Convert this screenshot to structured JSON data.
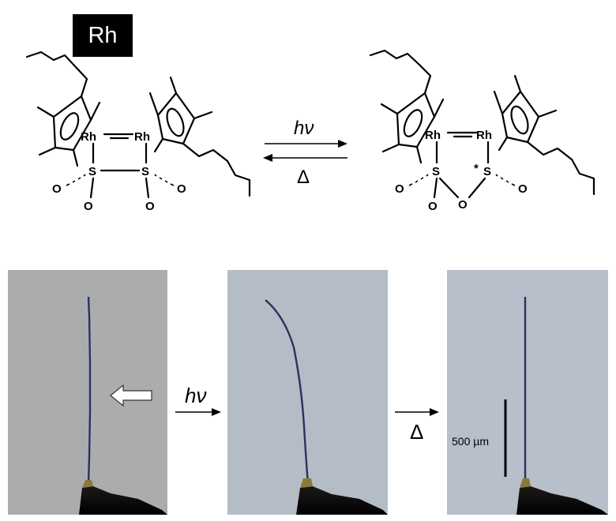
{
  "badge": {
    "label": "Rh"
  },
  "scheme": {
    "left": {
      "metal_left": "Rh",
      "metal_right": "Rh",
      "sulfur_left": "S",
      "sulfur_right": "S",
      "oxygen": "O"
    },
    "right": {
      "metal_left": "Rh",
      "metal_right": "Rh",
      "sulfur_left": "S",
      "sulfur_right": "S",
      "oxygen": "O",
      "chiral_mark": "*"
    },
    "forward_label": "hν",
    "reverse_label": "Δ"
  },
  "photos": {
    "arrow_icon": "left-arrow-icon",
    "step1_label": "hν",
    "step2_label": "Δ",
    "scale_bar_label": "500 µm",
    "colors": {
      "frame1_bg": "#abacae",
      "frame2_bg": "#b4bcc6",
      "frame3_bg": "#b7bfca",
      "crystal": "#2e3160",
      "holder": "#1c1a18"
    }
  }
}
